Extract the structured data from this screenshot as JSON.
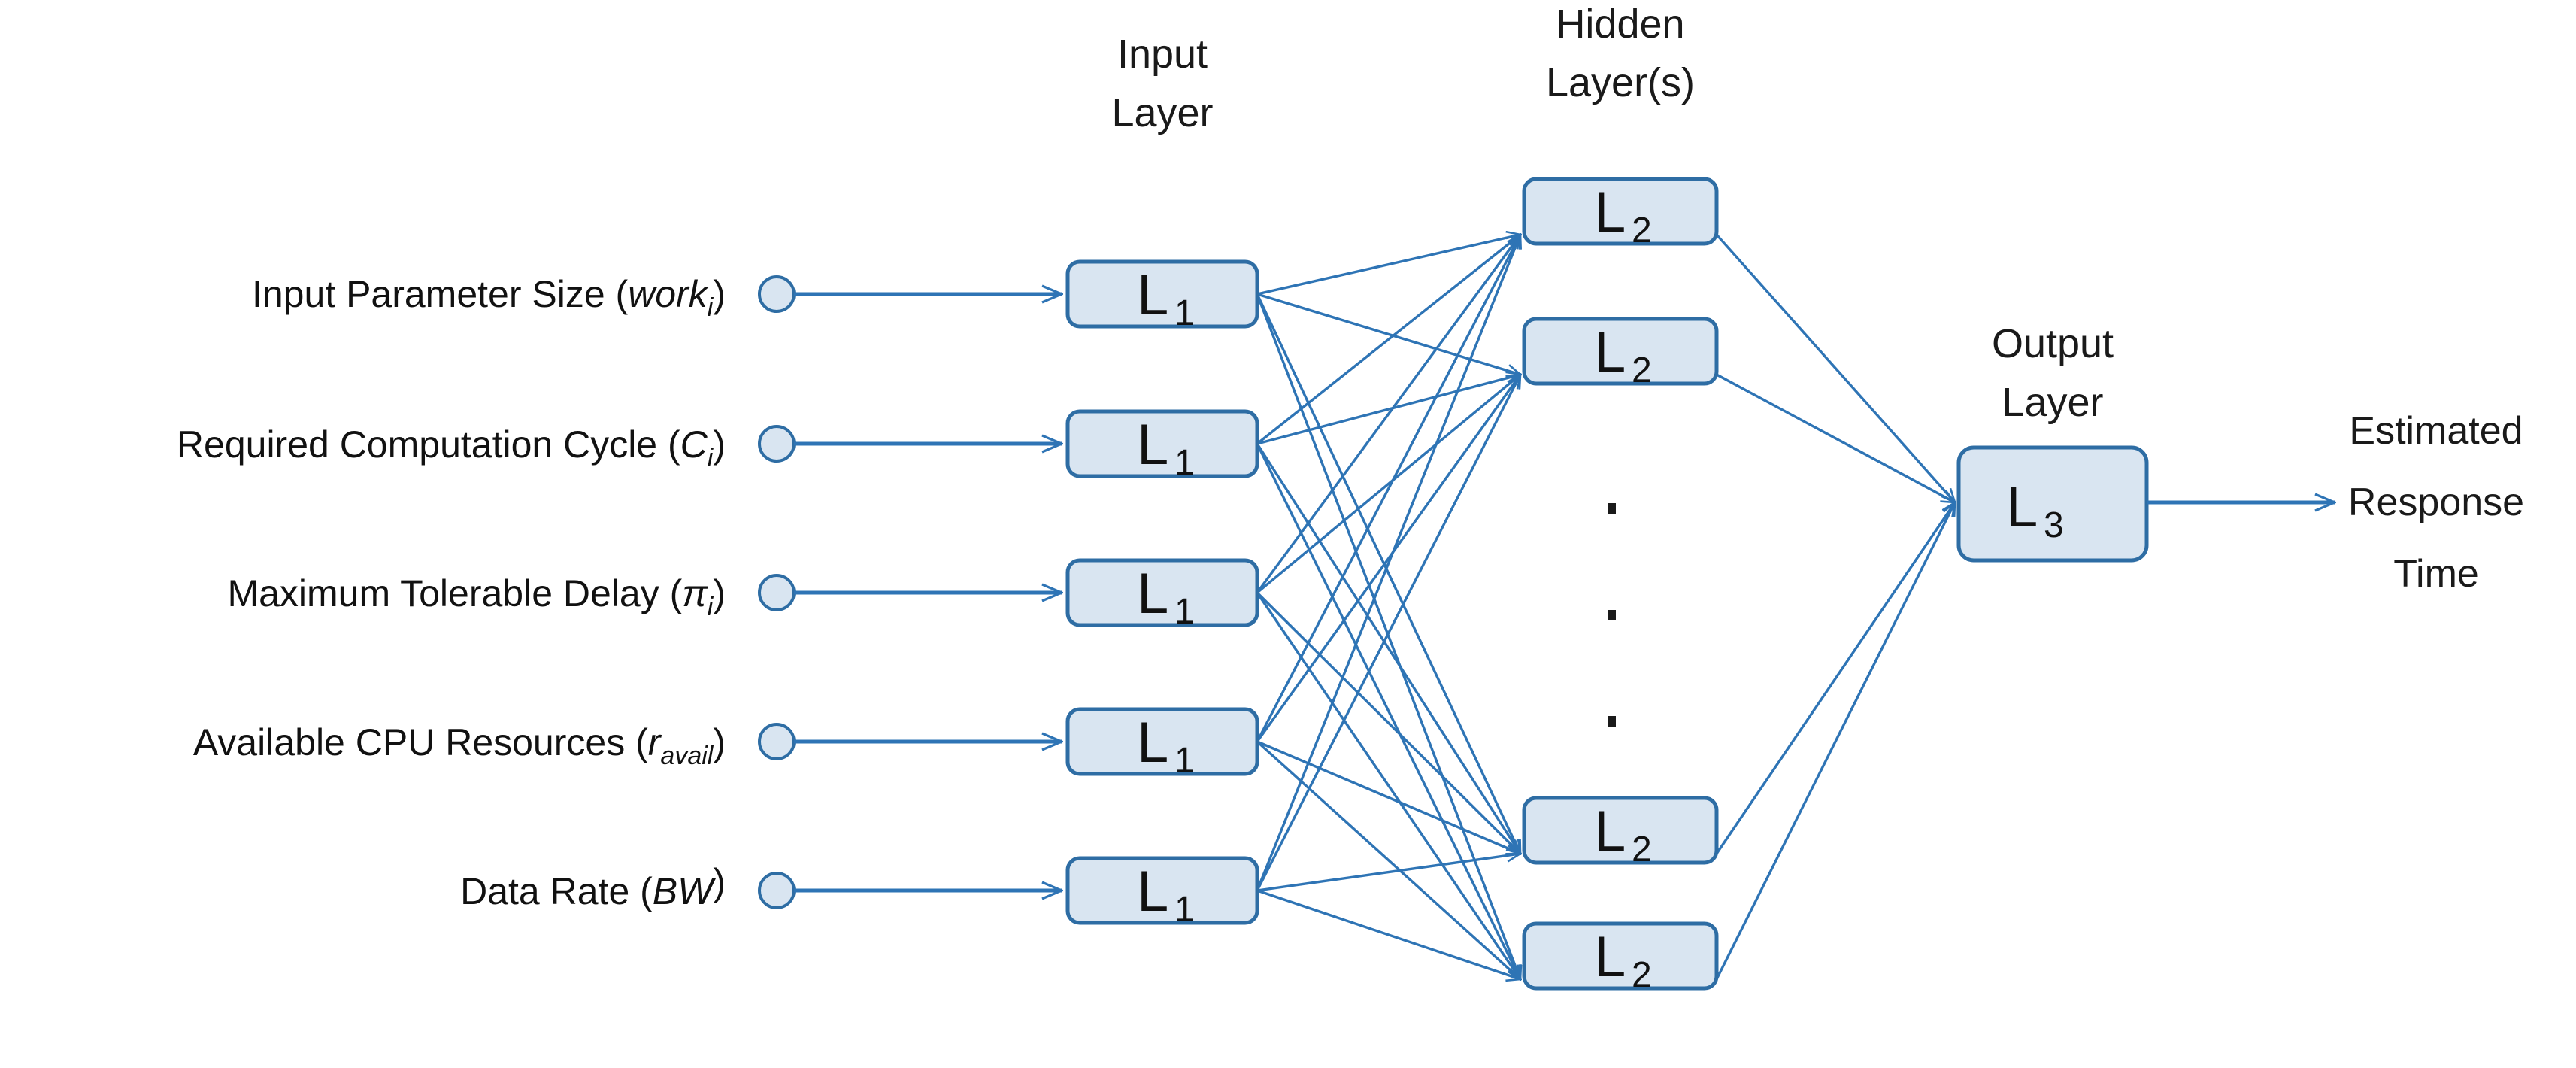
{
  "figure": {
    "type": "neural-network-architecture-diagram",
    "background_color": "#ffffff",
    "accent_color": "#4f81bd",
    "node_fill_color": "#d9e5f1",
    "node_border_color": "#2e6da4",
    "text_color": "#111111"
  },
  "headings": {
    "input_layer_line1": "Input",
    "input_layer_line2": "Layer",
    "hidden_layer_line1": "Hidden",
    "hidden_layer_line2": "Layer(s)",
    "output_layer_line1": "Output",
    "output_layer_line2": "Layer"
  },
  "inputs": [
    {
      "text": "Input Parameter Size (",
      "var": "work",
      "sub": "i",
      "close": ")"
    },
    {
      "text": "Required Computation Cycle (",
      "var": "C",
      "sub": "i",
      "close": ")"
    },
    {
      "text": "Maximum Tolerable Delay (",
      "var": "π",
      "sub": "i",
      "close": ")"
    },
    {
      "text": "Available CPU Resources (",
      "var": "r",
      "sub": "avail",
      "close": ")"
    },
    {
      "text": "Data Rate (",
      "var": "BW",
      "sub": "",
      "close": ")"
    }
  ],
  "input_layer_nodes": [
    {
      "base": "L",
      "sub": "1"
    },
    {
      "base": "L",
      "sub": "1"
    },
    {
      "base": "L",
      "sub": "1"
    },
    {
      "base": "L",
      "sub": "1"
    },
    {
      "base": "L",
      "sub": "1"
    }
  ],
  "hidden_layer_nodes": [
    {
      "base": "L",
      "sub": "2"
    },
    {
      "base": "L",
      "sub": "2"
    },
    {
      "base": "L",
      "sub": "2"
    },
    {
      "base": "L",
      "sub": "2"
    }
  ],
  "hidden_layer_ellipsis": "·",
  "output_layer_node": {
    "base": "L",
    "sub": "3"
  },
  "output": {
    "line1": "Estimated",
    "line2": "Response",
    "line3": "Time"
  }
}
